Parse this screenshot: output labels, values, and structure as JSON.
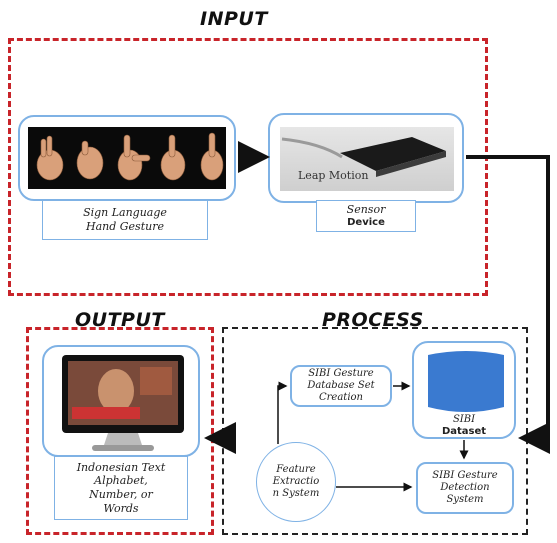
{
  "input": {
    "title": "INPUT",
    "hand_gesture_label": "Sign Language\nHand Gesture",
    "sensor_image_caption": "Leap Motion",
    "sensor_label_line1": "Sensor",
    "sensor_label_line2": "Device"
  },
  "output": {
    "title": "OUTPUT",
    "result_label": "Indonesian Text\nAlphabet,\nNumber, or\nWords"
  },
  "process": {
    "title": "PROCESS",
    "database_creation_label": "SIBI Gesture\nDatabase Set\nCreation",
    "dataset_label_line1": "SIBI",
    "dataset_label_line2": "Dataset",
    "feature_extraction_label": "Feature\nExtractio\nn System",
    "detection_label": "SIBI Gesture\nDetection\nSystem"
  },
  "colors": {
    "input_frame": "#c8242a",
    "output_frame": "#c8242a",
    "process_frame": "#222222",
    "box_border": "#7fb2e5",
    "dataset_fill": "#3a7ad0"
  }
}
